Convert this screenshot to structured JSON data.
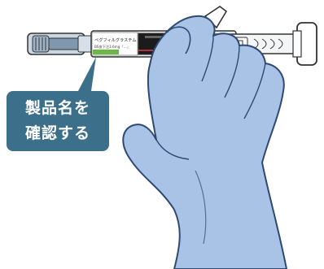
{
  "callout": {
    "line1": "製品名を",
    "line2": "確認する"
  },
  "label": {
    "product_name": "ペグフィルグラスチム",
    "subline": "BS皮下注3.6mg「…」"
  },
  "colors": {
    "callout_fill": "#3c6f89",
    "glove_fill": "#a9c3e6",
    "glove_stroke": "#2e4a72",
    "label_green": "#6bb842",
    "syringe_outline": "#333333",
    "barrel_fill": "#e9eef3"
  }
}
